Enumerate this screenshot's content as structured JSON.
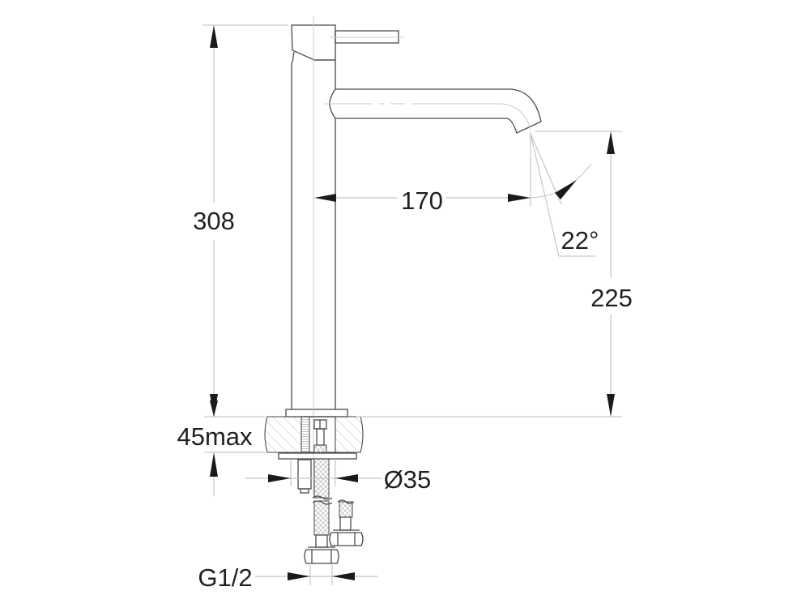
{
  "drawing": {
    "title": "Tall basin mixer faucet - dimensional drawing",
    "colors": {
      "outline": "#4a4a4a",
      "dimension_line": "#c4c4c4",
      "arrow": "#1a1a1a",
      "text": "#231f20",
      "background": "#ffffff"
    }
  },
  "dimensions": {
    "overall_height": {
      "label": "308",
      "unit": "mm"
    },
    "spout_reach": {
      "label": "170",
      "unit": "mm"
    },
    "spout_angle": {
      "label": "22°",
      "unit": "deg"
    },
    "spout_outlet_height": {
      "label": "225",
      "unit": "mm"
    },
    "max_deck_thickness": {
      "label": "45max",
      "unit": "mm"
    },
    "mounting_hole_diameter": {
      "label": "Ø35",
      "unit": "mm"
    },
    "connection_thread": {
      "label": "G1/2",
      "unit": "inch thread"
    }
  }
}
